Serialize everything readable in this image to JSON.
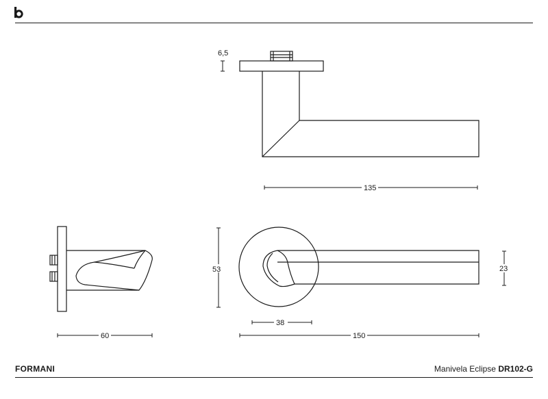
{
  "header": {
    "logo_icon": "brand-b-logo-icon"
  },
  "footer": {
    "brand": "FORMANI",
    "product_name": "Manivela Eclipse",
    "product_code": "DR102-G"
  },
  "dimensions": {
    "rose_thickness": "6,5",
    "lever_length_top": "135",
    "depth": "60",
    "rose_diameter": "53",
    "lever_length_front": "150",
    "lever_offset": "38",
    "lever_height": "23"
  },
  "colors": {
    "line": "#1a1a1a",
    "background": "#ffffff"
  }
}
